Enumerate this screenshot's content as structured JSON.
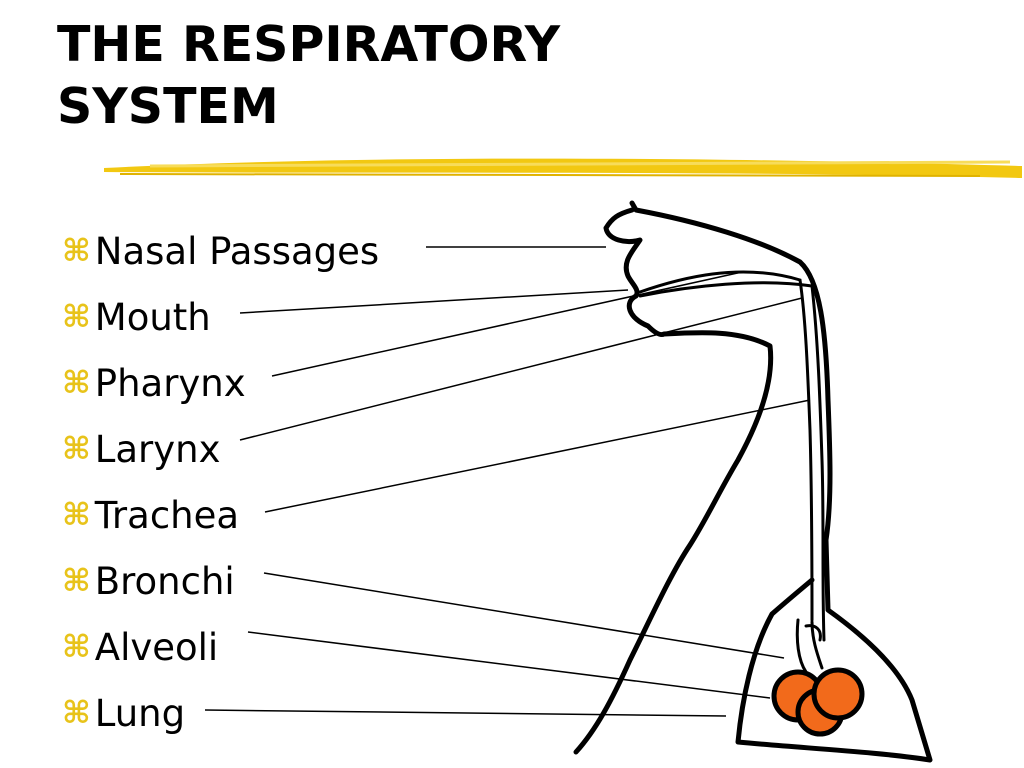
{
  "title": {
    "line1": "THE RESPIRATORY",
    "line2": "SYSTEM"
  },
  "bullet_icon": "command-key-icon",
  "colors": {
    "accent_bar": "#f2c811",
    "bullet": "#e8c31a",
    "alveoli": "#f26a1b"
  },
  "items": [
    {
      "label": "Nasal Passages"
    },
    {
      "label": "Mouth"
    },
    {
      "label": "Pharynx"
    },
    {
      "label": "Larynx"
    },
    {
      "label": "Trachea"
    },
    {
      "label": "Bronchi"
    },
    {
      "label": "Alveoli"
    },
    {
      "label": "Lung"
    }
  ]
}
